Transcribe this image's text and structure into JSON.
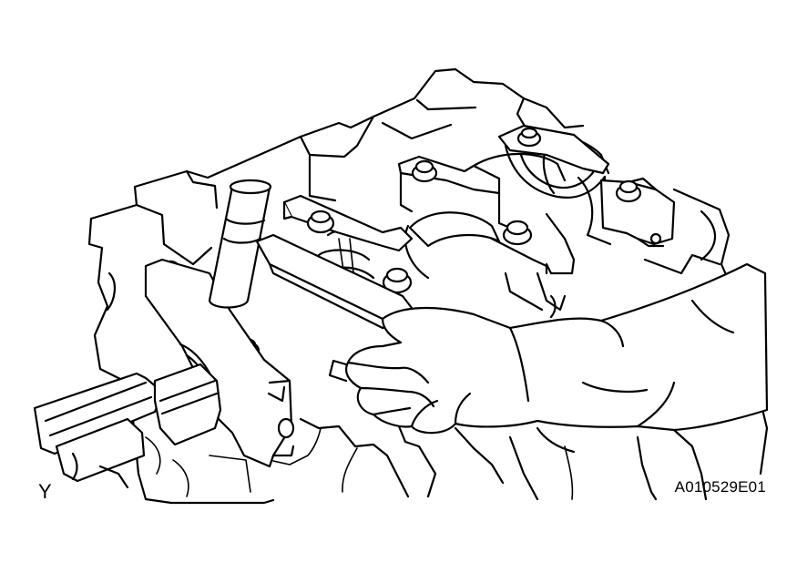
{
  "figure": {
    "code": "A010529E01",
    "corner_mark": "Y"
  },
  "colors": {
    "line": "#000000",
    "background": "#ffffff"
  },
  "parts": [
    "cylinder-block",
    "crankshaft",
    "main-bearing-caps",
    "cap-bolts",
    "hammer",
    "service-tool",
    "hand"
  ]
}
